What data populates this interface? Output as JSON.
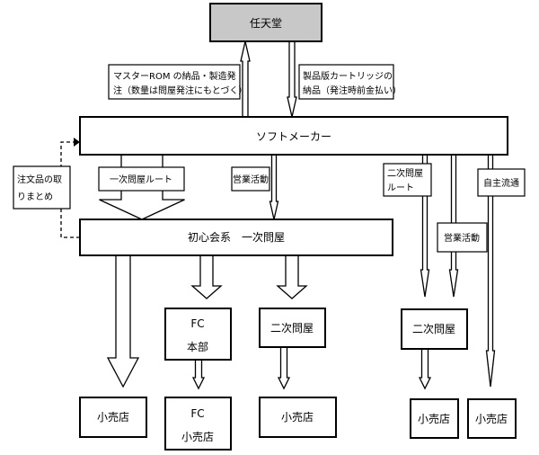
{
  "diagram": {
    "nodes": {
      "nintendo": "任天堂",
      "soft_maker": "ソフトメーカー",
      "primary_wholesaler": "初心会系　一次問屋",
      "fc_hq_line1": "FC",
      "fc_hq_line2": "本部",
      "secondary_wholesaler_mid": "二次問屋",
      "secondary_wholesaler_right": "二次問屋",
      "retail_1": "小売店",
      "fc_retail_line1": "FC",
      "fc_retail_line2": "小売店",
      "retail_3": "小売店",
      "retail_4": "小売店",
      "retail_5": "小売店"
    },
    "labels": {
      "master_rom_line1": "マスターROM の納品・製造発",
      "master_rom_line2": "注（数量は問屋発注にもとづく）",
      "cartridge_line1": "製品版カートリッジの",
      "cartridge_line2": "納品（発注時前金払い）",
      "order_collect_line1": "注文品の取",
      "order_collect_line2": "りまとめ",
      "primary_route": "一次問屋ルート",
      "sales_mid": "営業活動",
      "secondary_route_line1": "二次問屋",
      "secondary_route_line2": "ルート",
      "sales_right": "営業活動",
      "independent": "自主流通"
    },
    "colors": {
      "nintendo_fill": "#c8c8c8",
      "line": "#000000"
    }
  }
}
